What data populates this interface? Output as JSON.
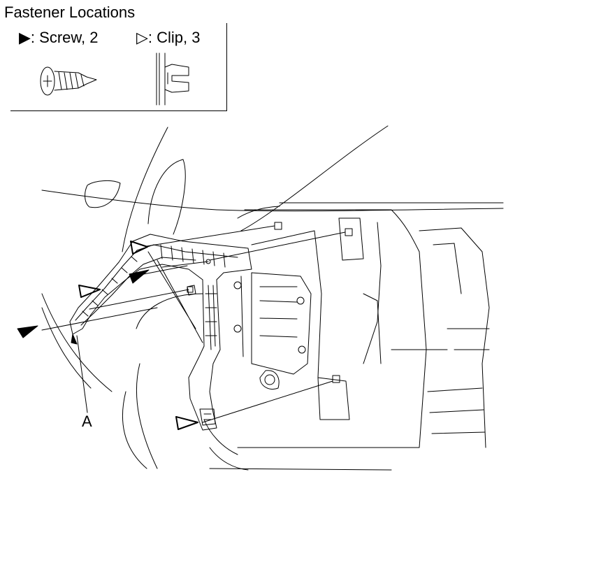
{
  "legend": {
    "title": "Fastener Locations",
    "screw": {
      "symbol": "▶",
      "label": ": Screw, 2",
      "icon": "screw-icon"
    },
    "clip": {
      "symbol": "▷",
      "label": ": Clip, 3",
      "icon": "clip-icon"
    }
  },
  "callouts": {
    "a": "A"
  },
  "colors": {
    "line": "#000000",
    "background": "#ffffff"
  }
}
